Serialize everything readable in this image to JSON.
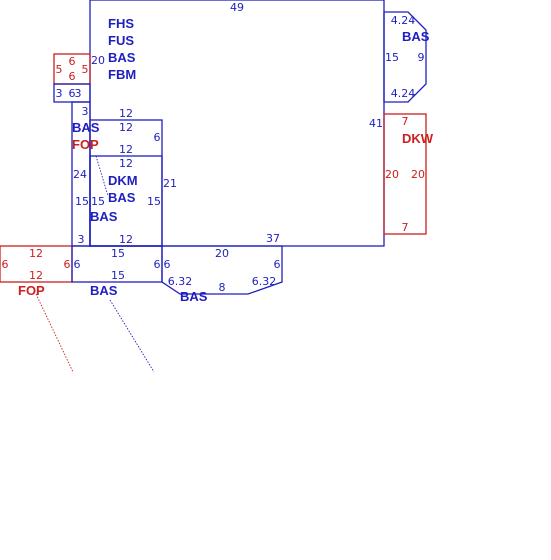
{
  "colors": {
    "blue": "#1f1fbf",
    "red": "#cc2020"
  },
  "labels": {
    "fhs": "FHS",
    "fus": "FUS",
    "bas_main": "BAS",
    "fbm": "FBM",
    "bas_bay": "BAS",
    "bas_mid": "BAS",
    "fop_mid": "FOP",
    "dkm": "DKM",
    "bas_dkm1": "BAS",
    "bas_dkm2": "BAS",
    "dkw": "DKW",
    "fop_left": "FOP",
    "bas_low": "BAS",
    "bas_bottom": "BAS"
  },
  "dims": {
    "d49": "49",
    "d424a": "4.24",
    "d424b": "4.24",
    "d15r": "15",
    "d9": "9",
    "d20main": "20",
    "d41": "41",
    "d37": "37",
    "d5a": "5",
    "d6a": "6",
    "d5b": "5",
    "d6b": "6",
    "d3a": "3",
    "d6c": "6",
    "d3b": "3",
    "d3c": "3",
    "d12a": "12",
    "d12b": "12",
    "d6d": "6",
    "d12c": "12",
    "d12d": "12",
    "d24": "24",
    "d21": "21",
    "d15a": "15",
    "d15b": "15",
    "d3d": "3",
    "d12e": "12",
    "d7a": "7",
    "d20a": "20",
    "d20b": "20",
    "d7b": "7",
    "d12f": "12",
    "d6e": "6",
    "d6f": "6",
    "d12g": "12",
    "d6g": "6",
    "d15c": "15",
    "d15d": "15",
    "d6h": "6",
    "d6i": "6",
    "d20c": "20",
    "d6j": "6",
    "d632a": "6.32",
    "d8": "8",
    "d632b": "6.32"
  }
}
